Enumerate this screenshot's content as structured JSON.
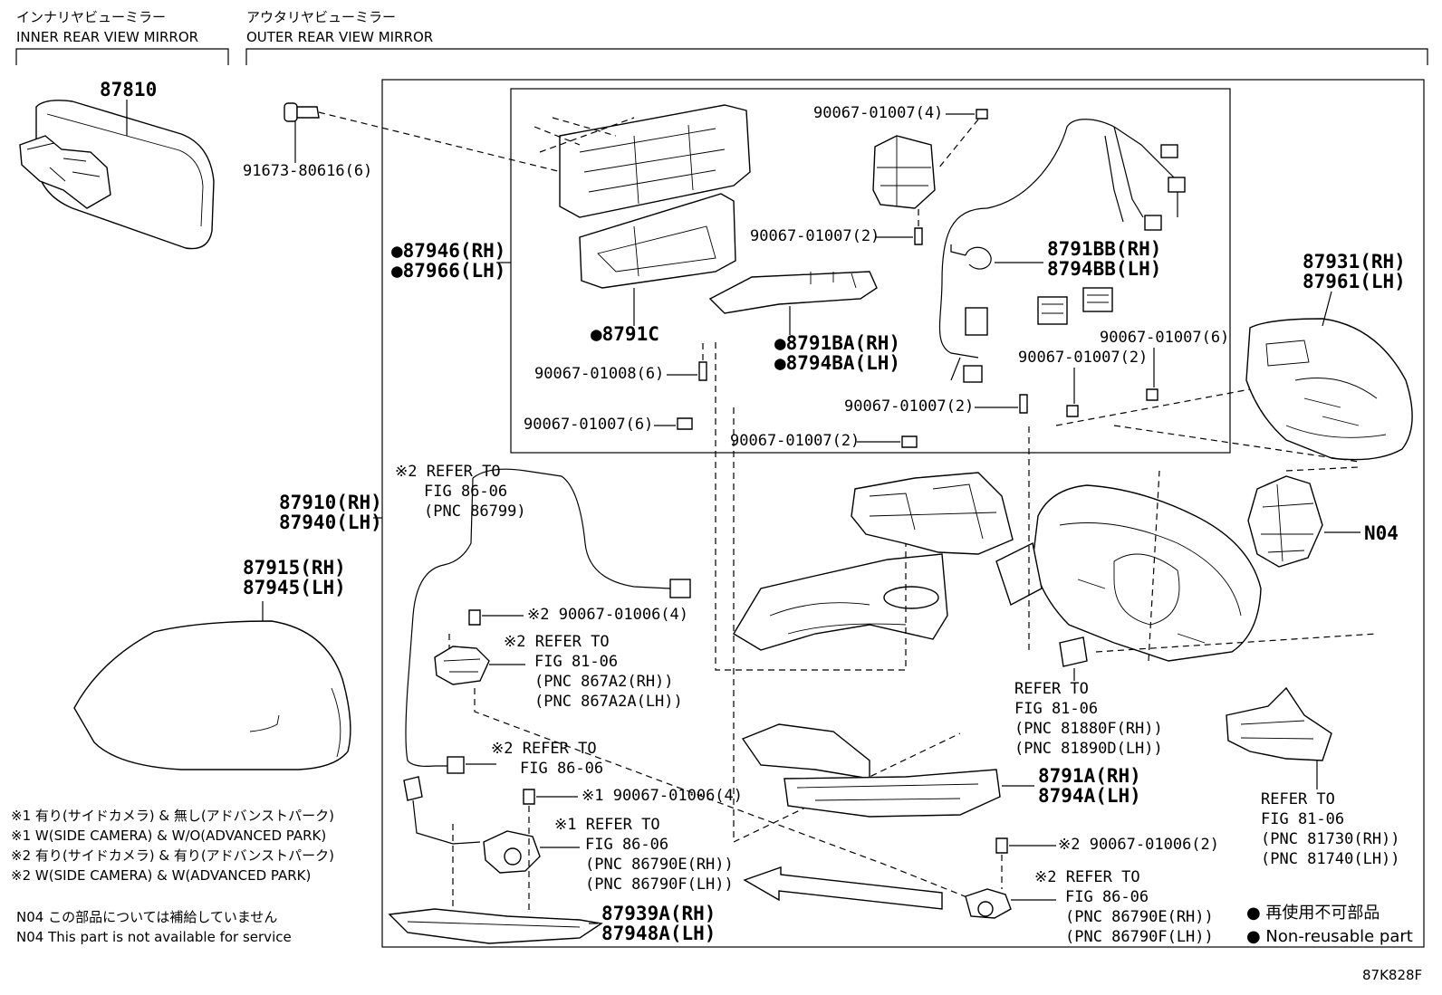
{
  "headers": {
    "inner_jp": "インナリヤビューミラー",
    "inner_en": "INNER REAR VIEW MIRROR",
    "outer_jp": "アウタリヤビューミラー",
    "outer_en": "OUTER REAR VIEW MIRROR"
  },
  "callouts": {
    "c87810": "87810",
    "c91673": "91673-80616(6)",
    "c87946": "●87946(RH)",
    "c87966": "●87966(LH)",
    "c8791C": "●8791C",
    "c8791BA": "●8791BA(RH)",
    "c8794BA": "●8794BA(LH)",
    "c90067_4": "90067-01007(4)",
    "c90067_2a": "90067-01007(2)",
    "c8791BB": "8791BB(RH)",
    "c8794BB": "8794BB(LH)",
    "c90067_6b": "90067-01007(6)",
    "c90067_2b": "90067-01007(2)",
    "c90067_2c": "90067-01007(2)",
    "c90067_01008": "90067-01008(6)",
    "c90067_6a": "90067-01007(6)",
    "c90067_2d": "90067-01007(2)",
    "c87931": "87931(RH)",
    "c87961": "87961(LH)",
    "c87910": "87910(RH)",
    "c87940": "87940(LH)",
    "c87915": "87915(RH)",
    "c87945": "87945(LH)",
    "ref1_l1": "※2 REFER TO",
    "ref1_l2": "FIG 86-06",
    "ref1_l3": "(PNC 86799)",
    "c90067_01006_4a": "※2 90067-01006(4)",
    "ref2_l1": "※2 REFER TO",
    "ref2_l2": "FIG 81-06",
    "ref2_l3": "(PNC 867A2(RH))",
    "ref2_l4": "(PNC 867A2A(LH))",
    "ref3_l1": "※2 REFER TO",
    "ref3_l2": "FIG 86-06",
    "c90067_01006_4b": "※1 90067-01006(4)",
    "ref4_l1": "※1 REFER TO",
    "ref4_l2": "FIG 86-06",
    "ref4_l3": "(PNC 86790E(RH))",
    "ref4_l4": "(PNC 86790F(LH))",
    "c87939A": "87939A(RH)",
    "c87948A": "87948A(LH)",
    "n04": "N04",
    "ref5_l1": "REFER TO",
    "ref5_l2": "FIG 81-06",
    "ref5_l3": "(PNC 81880F(RH))",
    "ref5_l4": "(PNC 81890D(LH))",
    "c8791A": "8791A(RH)",
    "c8794A": "8794A(LH)",
    "ref6_l1": "REFER TO",
    "ref6_l2": "FIG 81-06",
    "ref6_l3": "(PNC 81730(RH))",
    "ref6_l4": "(PNC 81740(LH))",
    "c90067_01006_2": "※2 90067-01006(2)",
    "ref7_l1": "※2 REFER TO",
    "ref7_l2": "FIG 86-06",
    "ref7_l3": "(PNC 86790E(RH))",
    "ref7_l4": "(PNC 86790F(LH))"
  },
  "notes": {
    "n1": "※1 有り(サイドカメラ) & 無し(アドバンストパーク)",
    "n2": "※1 W(SIDE CAMERA) & W/O(ADVANCED PARK)",
    "n3": "※2 有り(サイドカメラ) & 有り(アドバンストパーク)",
    "n4": "※2 W(SIDE CAMERA) & W(ADVANCED PARK)",
    "n5": "N04 この部品については補給していません",
    "n6": "N04 This part is not available for service"
  },
  "legend": {
    "l1": "● 再使用不可部品",
    "l2": "● Non-reusable part"
  },
  "figure_code": "87K828F"
}
